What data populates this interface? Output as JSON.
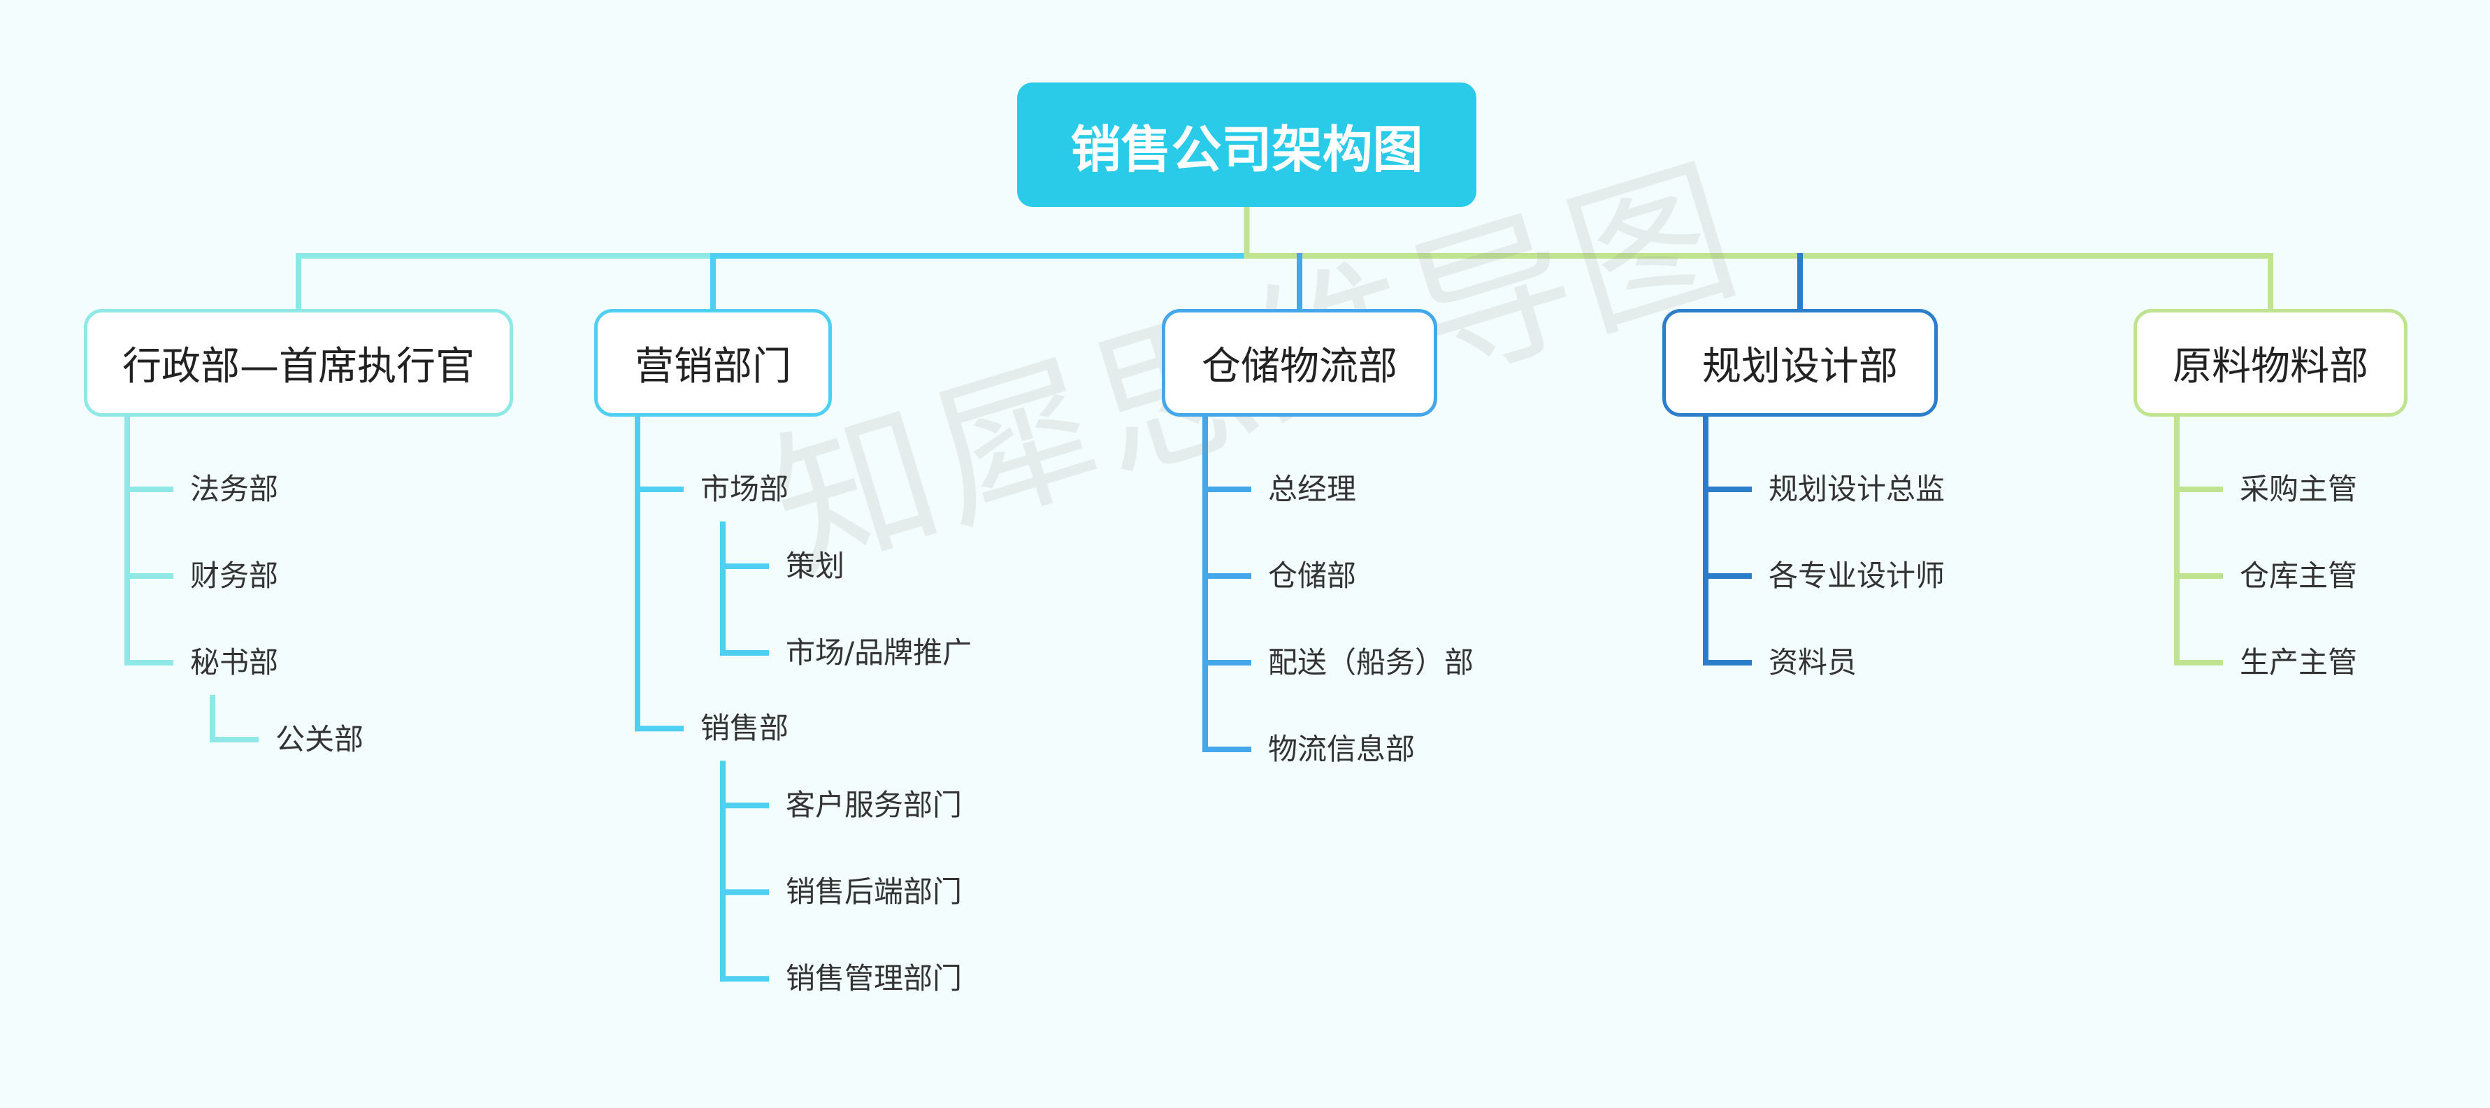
{
  "title": "销售公司架构图",
  "watermark": "知犀思维导图",
  "departments": [
    {
      "label": "行政部—首席执行官",
      "color": "#8ee8e6",
      "items": [
        {
          "label": "法务部"
        },
        {
          "label": "财务部"
        },
        {
          "label": "秘书部",
          "children": [
            {
              "label": "公关部"
            }
          ]
        }
      ]
    },
    {
      "label": "营销部门",
      "color": "#4fcff2",
      "items": [
        {
          "label": "市场部",
          "children": [
            {
              "label": "策划"
            },
            {
              "label": "市场/品牌推广"
            }
          ]
        },
        {
          "label": "销售部",
          "children": [
            {
              "label": "客户服务部门"
            },
            {
              "label": "销售后端部门"
            },
            {
              "label": "销售管理部门"
            }
          ]
        }
      ]
    },
    {
      "label": "仓储物流部",
      "color": "#43a7ea",
      "items": [
        {
          "label": "总经理"
        },
        {
          "label": "仓储部"
        },
        {
          "label": "配送（船务）部"
        },
        {
          "label": "物流信息部"
        }
      ]
    },
    {
      "label": "规划设计部",
      "color": "#2c7ecb",
      "items": [
        {
          "label": "规划设计总监"
        },
        {
          "label": "各专业设计师"
        },
        {
          "label": "资料员"
        }
      ]
    },
    {
      "label": "原料物料部",
      "color": "#bfe38f",
      "items": [
        {
          "label": "采购主管"
        },
        {
          "label": "仓库主管"
        },
        {
          "label": "生产主管"
        }
      ]
    }
  ]
}
